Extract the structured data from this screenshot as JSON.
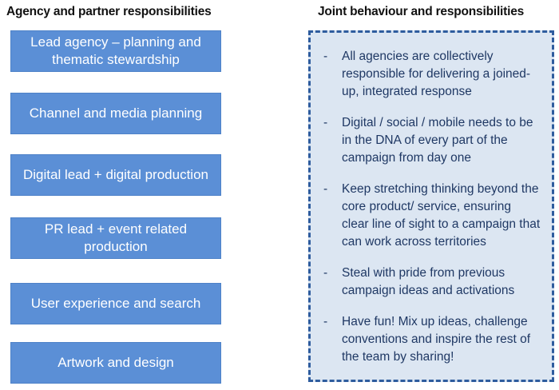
{
  "left": {
    "title": "Agency and partner responsibilities",
    "boxes": [
      {
        "label": "Lead agency – planning and\nthematic stewardship"
      },
      {
        "label": "Channel and media planning"
      },
      {
        "label": "Digital lead + digital production"
      },
      {
        "label": "PR lead + event related\nproduction"
      },
      {
        "label": "User experience and search"
      },
      {
        "label": "Artwork and design"
      }
    ]
  },
  "right": {
    "title": "Joint behaviour and responsibilities",
    "marker": "-",
    "bullets": [
      {
        "text": "All agencies are collectively\nresponsible for delivering a joined-\nup, integrated response"
      },
      {
        "text": "Digital / social / mobile needs to be\nin the DNA of every part of the\ncampaign from day one"
      },
      {
        "text": "Keep stretching thinking beyond the\ncore product/ service, ensuring\nclear line of sight to a campaign that\ncan work across territories"
      },
      {
        "text": "Steal with pride from previous\ncampaign ideas and activations"
      },
      {
        "text": "Have fun! Mix up ideas, challenge\nconventions and inspire the rest of\nthe team by sharing!"
      }
    ]
  },
  "colors": {
    "box_fill": "#5B8FD6",
    "box_border": "#4E82C8",
    "box_text": "#FFFFFF",
    "panel_fill": "#DCE6F2",
    "panel_border": "#2E5C9E",
    "panel_text": "#1F3864",
    "heading_text": "#111111"
  }
}
